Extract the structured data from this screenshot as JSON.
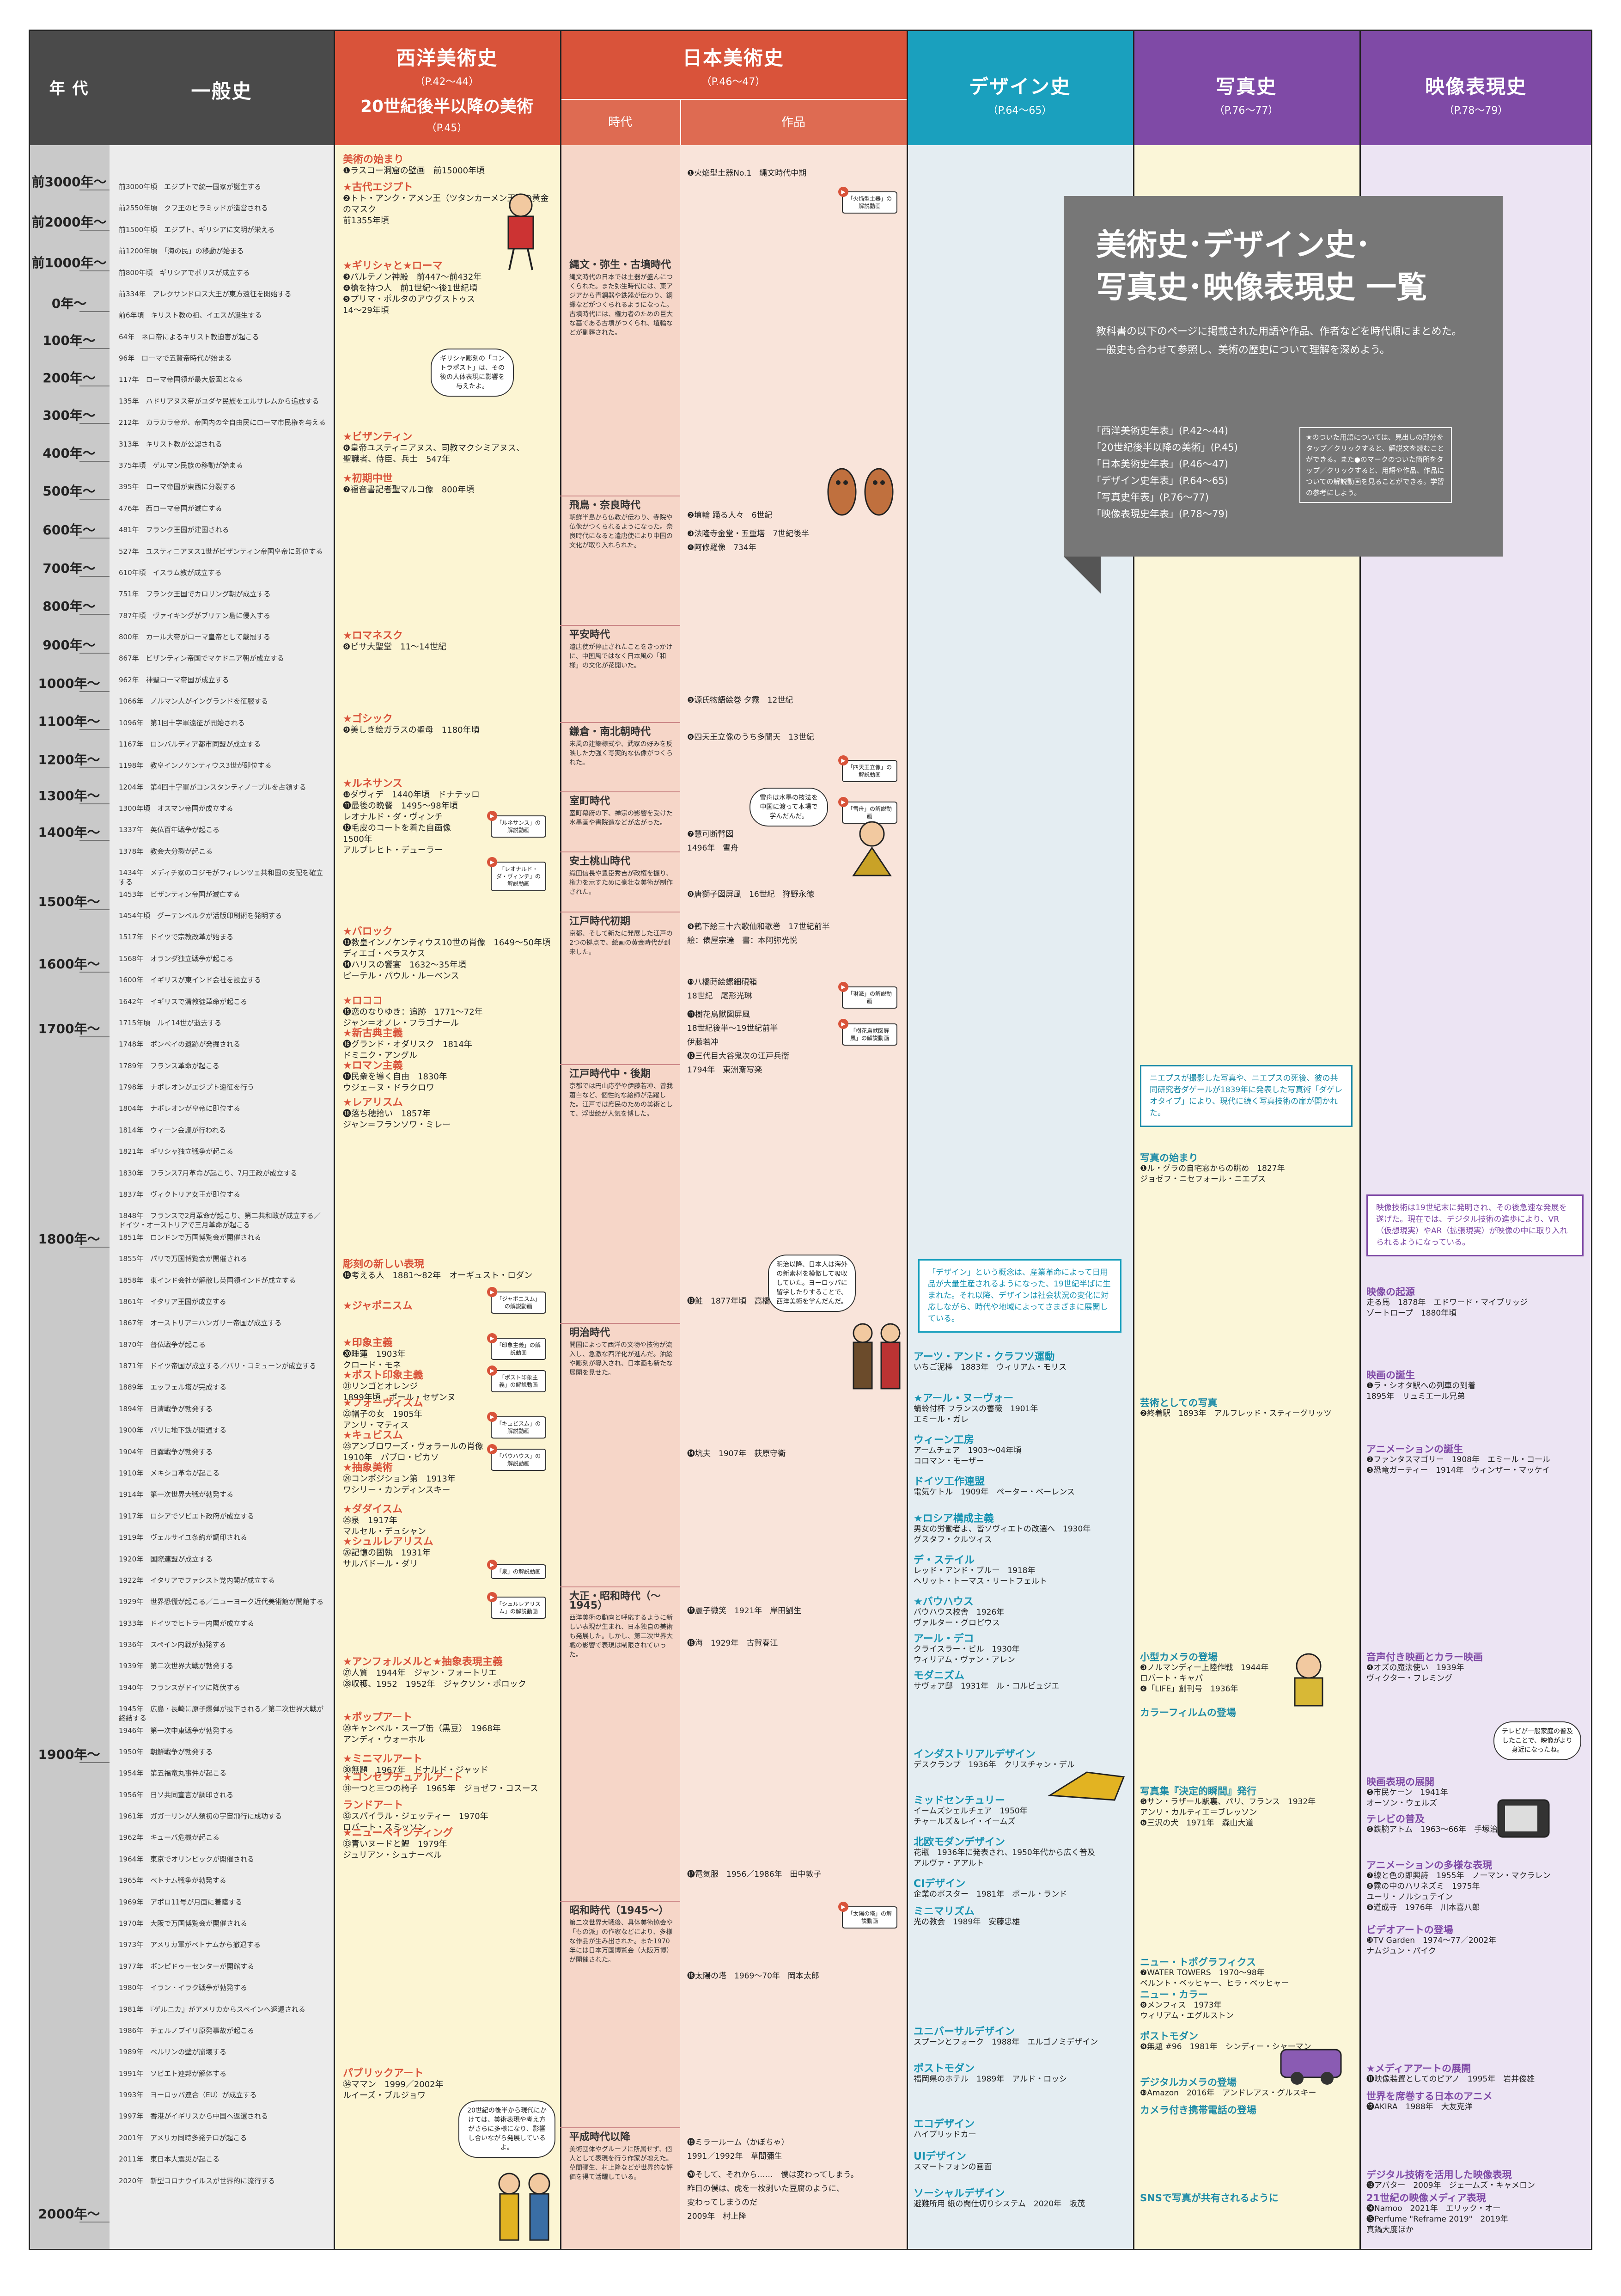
{
  "header": {
    "year": "年 代",
    "general": "一般史",
    "west_title": "西洋美術史",
    "west_pages": "（P.42～44）",
    "west_sub": "20世紀後半以降の美術",
    "west_sub_pages": "（P.45）",
    "japan_title": "日本美術史",
    "japan_pages": "（P.46～47）",
    "japan_era": "時代",
    "japan_work": "作品",
    "design_title": "デザイン史",
    "design_pages": "（P.64～65）",
    "photo_title": "写真史",
    "photo_pages": "（P.76～77）",
    "video_title": "映像表現史",
    "video_pages": "（P.78～79）"
  },
  "title_card": {
    "line1": "美術史･デザイン史･",
    "line2": "写真史･映像表現史 一覧",
    "desc1": "教科書の以下のページに掲載された用語や作品、作者などを時代順にまとめた。",
    "desc2": "一般史も合わせて参照し、美術の歴史について理解を深めよう。",
    "refs": [
      "「西洋美術史年表」(P.42～44)",
      "「20世紀後半以降の美術」(P.45)",
      "「日本美術史年表」(P.46～47)",
      "「デザイン史年表」(P.64～65)",
      "「写真史年表」(P.76～77)",
      "「映像表現史年表」(P.78～79)"
    ],
    "note": "★のついた用語については、見出しの部分をタップ／クリックすると、解説文を読むことができる。また●のマークのついた箇所をタップ／クリックすると、用語や作品、作品についての解説動画を見ることができる。学習の参考にしよう。"
  },
  "years": [
    "前3000年～",
    "前2000年～",
    "前1000年～",
    "0年～",
    "100年～",
    "200年～",
    "300年～",
    "400年～",
    "500年～",
    "600年～",
    "700年～",
    "800年～",
    "900年～",
    "1000年～",
    "1100年～",
    "1200年～",
    "1300年～",
    "1400年～",
    "1500年～",
    "1600年～",
    "1700年～",
    "1800年～",
    "1900年～",
    "2000年～"
  ],
  "general": [
    "前3000年頃　エジプトで統一国家が誕生する",
    "前2550年頃　クフ王のピラミッドが造営される",
    "前1500年頃　エジプト、ギリシアに文明が栄える",
    "前1200年頃　「海の民」の移動が始まる",
    "前800年頃　ギリシアでポリスが成立する",
    "前334年　アレクサンドロス大王が東方遠征を開始する",
    "前6年頃　キリスト教の祖、イエスが誕生する",
    "64年　ネロ帝によるキリスト教迫害が起こる",
    "96年　ローマで五賢帝時代が始まる",
    "117年　ローマ帝国領が最大版図となる",
    "135年　ハドリアヌス帝がユダヤ民族をエルサレムから追放する",
    "212年　カラカラ帝が、帝国内の全自由民にローマ市民権を与える",
    "313年　キリスト教が公認される",
    "375年頃　ゲルマン民族の移動が始まる",
    "395年　ローマ帝国が東西に分裂する",
    "476年　西ローマ帝国が滅亡する",
    "481年　フランク王国が建国される",
    "527年　ユスティニアヌス1世がビザンティン帝国皇帝に即位する",
    "610年頃　イスラム教が成立する",
    "751年　フランク王国でカロリング朝が成立する",
    "787年頃　ヴァイキングがブリテン島に侵入する",
    "800年　カール大帝がローマ皇帝として戴冠する",
    "867年　ビザンティン帝国でマケドニア朝が成立する",
    "962年　神聖ローマ帝国が成立する",
    "1066年　ノルマン人がイングランドを征服する",
    "1096年　第1回十字軍遠征が開始される",
    "1167年　ロンバルディア都市同盟が成立する",
    "1198年　教皇インノケンティウス3世が即位する",
    "1204年　第4回十字軍がコンスタンティノープルを占領する",
    "1300年頃　オスマン帝国が成立する",
    "1337年　英仏百年戦争が起こる",
    "1378年　教会大分裂が起こる",
    "1434年　メディチ家のコジモがフィレンツェ共和国の支配を確立する",
    "1453年　ビザンティン帝国が滅亡する",
    "1454年頃　グーテンベルクが活版印刷術を発明する",
    "1517年　ドイツで宗教改革が始まる",
    "1568年　オランダ独立戦争が起こる",
    "1600年　イギリスが東インド会社を設立する",
    "1642年　イギリスで清教徒革命が起こる",
    "1715年頃　ルイ14世が逝去する",
    "1748年　ポンペイの遺跡が発掘される",
    "1789年　フランス革命が起こる",
    "1798年　ナポレオンがエジプト遠征を行う",
    "1804年　ナポレオンが皇帝に即位する",
    "1814年　ウィーン会議が行われる",
    "1821年　ギリシャ独立戦争が起こる",
    "1830年　フランス7月革命が起こり、7月王政が成立する",
    "1837年　ヴィクトリア女王が即位する",
    "1848年　フランスで2月革命が起こり、第二共和政が成立する／ドイツ・オーストリアで三月革命が起こる",
    "1851年　ロンドンで万国博覧会が開催される",
    "1855年　パリで万国博覧会が開催される",
    "1858年　東インド会社が解散し英国領インドが成立する",
    "1861年　イタリア王国が成立する",
    "1867年　オーストリア＝ハンガリー帝国が成立する",
    "1870年　普仏戦争が起こる",
    "1871年　ドイツ帝国が成立する／パリ・コミューンが成立する",
    "1889年　エッフェル塔が完成する",
    "1894年　日清戦争が勃発する",
    "1900年　パリに地下鉄が開通する",
    "1904年　日露戦争が勃発する",
    "1910年　メキシコ革命が起こる",
    "1914年　第一次世界大戦が勃発する",
    "1917年　ロシアでソビエト政府が成立する",
    "1919年　ヴェルサイユ条約が調印される",
    "1920年　国際連盟が成立する",
    "1922年　イタリアでファシスト党内閣が成立する",
    "1929年　世界恐慌が起こる／ニューヨーク近代美術館が開館する",
    "1933年　ドイツでヒトラー内閣が成立する",
    "1936年　スペイン内戦が勃発する",
    "1939年　第二次世界大戦が勃発する",
    "1940年　フランスがドイツに降伏する",
    "1945年　広島・長崎に原子爆弾が投下される／第二次世界大戦が終結する",
    "1946年　第一次中東戦争が勃発する",
    "1950年　朝鮮戦争が勃発する",
    "1954年　第五福竜丸事件が起こる",
    "1956年　日ソ共同宣言が調印される",
    "1961年　ガガーリンが人類初の宇宙飛行に成功する",
    "1962年　キューバ危機が起こる",
    "1964年　東京でオリンピックが開催される",
    "1965年　ベトナム戦争が勃発する",
    "1969年　アポロ11号が月面に着陸する",
    "1970年　大阪で万国博覧会が開催される",
    "1973年　アメリカ軍がベトナムから撤退する",
    "1977年　ボンピドゥーセンターが開館する",
    "1980年　イラン・イラク戦争が勃発する",
    "1981年　『ゲルニカ』がアメリカからスペインへ返還される",
    "1986年　チェルノブイリ原発事故が起こる",
    "1989年　ベルリンの壁が崩壊する",
    "1991年　ソビエト連邦が解体する",
    "1993年　ヨーロッパ連合（EU）が成立する",
    "1997年　香港がイギリスから中国へ返還される",
    "2001年　アメリカ同時多発テロが起こる",
    "2011年　東日本大震災が起こる",
    "2020年　新型コロナウイルスが世界的に流行する"
  ],
  "west": [
    {
      "title": "美術の始まり",
      "items": [
        "❶ラスコー洞窟の壁画　前15000年頃"
      ]
    },
    {
      "title": "★古代エジプト",
      "items": [
        "❷トト・アンク・アメン王（ツタンカーメン王）の黄金のマスク",
        "前1355年頃"
      ]
    },
    {
      "title": "★ギリシャと★ローマ",
      "items": [
        "❸パルテノン神殿　前447～前432年",
        "❹槍を持つ人　前1世紀～後1世紀頃",
        "❺プリマ・ポルタのアウグストゥス",
        "14～29年頃"
      ]
    },
    {
      "title": "★ビザンティン",
      "items": [
        "❻皇帝ユスティニアヌス、司教マクシミアヌス、",
        "聖職者、侍臣、兵士　547年"
      ]
    },
    {
      "title": "★初期中世",
      "items": [
        "❼福音書記者聖マルコ像　800年頃"
      ]
    },
    {
      "title": "★ロマネスク",
      "items": [
        "❽ピサ大聖堂　11～14世紀"
      ]
    },
    {
      "title": "★ゴシック",
      "items": [
        "❾美しき絵ガラスの聖母　1180年頃"
      ]
    },
    {
      "title": "★ルネサンス",
      "items": [
        "❿ダヴィデ　1440年頃　ドナテッロ",
        "⓫最後の晩餐　1495～98年頃",
        "レオナルド・ダ・ヴィンチ",
        "⓬毛皮のコートを着た自画像",
        "1500年",
        "アルブレヒト・デューラー"
      ]
    },
    {
      "title": "★バロック",
      "items": [
        "⓭教皇インノケンティウス10世の肖像　1649～50年頃",
        "ディエゴ・ベラスケス",
        "⓮ハリスの饗宴　1632～35年頃",
        "ピーテル・パウル・ルーベンス"
      ]
    },
    {
      "title": "★ロココ",
      "items": [
        "⓯恋のなりゆき：追跡　1771～72年",
        "ジャン＝オノレ・フラゴナール"
      ]
    },
    {
      "title": "★新古典主義",
      "items": [
        "⓰グランド・オダリスク　1814年",
        "ドミニク・アングル"
      ]
    },
    {
      "title": "★ロマン主義",
      "items": [
        "⓱民衆を導く自由　1830年",
        "ウジェーヌ・ドラクロワ"
      ]
    },
    {
      "title": "★レアリスム",
      "items": [
        "⓲落ち穂拾い　1857年",
        "ジャン＝フランソワ・ミレー"
      ]
    },
    {
      "title": "彫刻の新しい表現",
      "items": [
        "⓳考える人　1881～82年　オーギュスト・ロダン"
      ]
    },
    {
      "title": "★ジャポニスム",
      "items": []
    },
    {
      "title": "★印象主義",
      "items": [
        "⓴睡蓮　1903年",
        "クロード・モネ"
      ]
    },
    {
      "title": "★ポスト印象主義",
      "items": [
        "㉑リンゴとオレンジ",
        "1899年頃　ポール・セザンヌ"
      ]
    },
    {
      "title": "★フォーヴィスム",
      "items": [
        "㉒帽子の女　1905年",
        "アンリ・マティス"
      ]
    },
    {
      "title": "★キュビスム",
      "items": [
        "㉓アンブロワーズ・ヴォラールの肖像",
        "1910年　パブロ・ピカソ"
      ]
    },
    {
      "title": "★抽象美術",
      "items": [
        "㉔コンポジション第　1913年",
        "ワシリー・カンディンスキー"
      ]
    },
    {
      "title": "★ダダイスム",
      "items": [
        "㉕泉　1917年",
        "マルセル・デュシャン"
      ]
    },
    {
      "title": "★シュルレアリスム",
      "items": [
        "㉖記憶の固執　1931年",
        "サルバドール・ダリ"
      ]
    },
    {
      "title": "★アンフォルメルと★抽象表現主義",
      "items": [
        "㉗人質　1944年　ジャン・フォートリエ",
        "㉘収穫、1952　1952年　ジャクソン・ポロック"
      ]
    },
    {
      "title": "★ポップアート",
      "items": [
        "㉙キャンベル・スープ缶（黒豆）　1968年",
        "アンディ・ウォーホル"
      ]
    },
    {
      "title": "★ミニマルアート",
      "items": [
        "㉚無題　1967年　ドナルド・ジャッド"
      ]
    },
    {
      "title": "★コンセプチュアルアート",
      "items": [
        "㉛一つと三つの椅子　1965年　ジョゼフ・コスース"
      ]
    },
    {
      "title": "ランドアート",
      "items": [
        "㉜スパイラル・ジェッティー　1970年",
        "ロバート・スミッソン"
      ]
    },
    {
      "title": "★ニューペインティング",
      "items": [
        "㉝青いヌードと鯉　1979年",
        "ジュリアン・シュナーベル"
      ]
    },
    {
      "title": "パブリックアート",
      "items": [
        "㉞ママン　1999／2002年",
        "ルイーズ・ブルジョワ"
      ]
    }
  ],
  "west_bubbles": [
    "ギリシャ彫刻の「コントラポスト」は、その後の人体表現に影響を与えたよ。",
    "20世紀の後半から現代にかけては、美術表現や考え方がさらに多様になり、影響し合いながら発展しているよ。"
  ],
  "west_tags": [
    "「ルネサンス」の解説動画",
    "「レオナルド・ダ・ヴィンチ」の解説動画",
    "「ジャポニスム」の解説動画",
    "「印象主義」の解説動画",
    "「ポスト印象主義」の解説動画",
    "「キュビスム」の解説動画",
    "「バウハウス」の解説動画",
    "「泉」の解説動画",
    "「シュルレアリスム」の解説動画"
  ],
  "japan_eras": [
    {
      "name": "縄文・弥生・古墳時代",
      "desc": "縄文時代の日本では土器が盛んにつくられた。また弥生時代には、東アジアから青銅器や鉄器が伝わり、銅鐸などがつくられるようになった。古墳時代には、権力者のための巨大な墓である古墳がつくられ、埴輪などが副葬された。"
    },
    {
      "name": "飛鳥・奈良時代",
      "desc": "朝鮮半島から仏教が伝わり、寺院や仏像がつくられるようになった。奈良時代になると遣唐使により中国の文化が取り入れられた。"
    },
    {
      "name": "平安時代",
      "desc": "遣唐使が停止されたことをきっかけに、中国風ではなく日本風の「和様」の文化が花開いた。"
    },
    {
      "name": "鎌倉・南北朝時代",
      "desc": "宋風の建築様式や、武家の好みを反映した力強く写実的な仏像がつくられた。"
    },
    {
      "name": "室町時代",
      "desc": "室町幕府の下、禅宗の影響を受けた水墨画や書院造などが広がった。"
    },
    {
      "name": "安土桃山時代",
      "desc": "織田信長や豊臣秀吉が政権を握り、権力を示すために豪壮な美術が制作された。"
    },
    {
      "name": "江戸時代初期",
      "desc": "京都、そして新たに発展した江戸の2つの拠点で、絵画の黄金時代が到来した。"
    },
    {
      "name": "江戸時代中・後期",
      "desc": "京都では円山応挙や伊藤若冲、曾我蕭白など、個性的な絵師が活躍した。江戸では庶民のための美術として、浮世絵が人気を博した。"
    },
    {
      "name": "明治時代",
      "desc": "開国によって西洋の文物や技術が流入し、急激な西洋化が進んだ。油絵や彫刻が導入され、日本画も新たな展開を見せた。"
    },
    {
      "name": "大正・昭和時代（～1945）",
      "desc": "西洋美術の動向と呼応するように新しい表現が生まれ、日本独自の美術も発展した。しかし、第二次世界大戦の影響で表現は制限されていった。"
    },
    {
      "name": "昭和時代（1945～）",
      "desc": "第二次世界大戦後、具体美術協会や「もの派」の作家などにより、多様な作品が生み出された。また1970年には日本万国博覧会（大阪万博）が開催された。"
    },
    {
      "name": "平成時代以降",
      "desc": "美術団体やグループに所属せず、個人として表現を行う作家が増えた。草間彌生、村上隆などが世界的な評価を得て活躍している。"
    }
  ],
  "japan_works": [
    "❶火焔型土器No.1　縄文時代中期",
    "❷埴輪 踊る人々　6世紀",
    "❸法隆寺金堂・五重塔　7世紀後半",
    "❹阿修羅像　734年",
    "❺源氏物語絵巻 夕霧　12世紀",
    "❻四天王立像のうち多聞天　13世紀",
    "❼慧可断臂図",
    "1496年　雪舟",
    "❽唐獅子図屏風　16世紀　狩野永徳",
    "❾鶴下絵三十六歌仙和歌巻　17世紀前半",
    "絵：俵屋宗達　書：本阿弥光悦",
    "❿八橋蒔絵螺鈿硯箱",
    "18世紀　尾形光琳",
    "⓫樹花鳥獣図屏風",
    "18世紀後半～19世紀前半",
    "伊藤若冲",
    "⓬三代目大谷鬼次の江戸兵衛",
    "1794年　東洲斎写楽",
    "⓭鮭　1877年頃　高橋由一",
    "⓮坑夫　1907年　荻原守衛",
    "⓯麗子微笑　1921年　岸田劉生",
    "⓰海　1929年　古賀春江",
    "⓱電気服　1956／1986年　田中敦子",
    "⓲太陽の塔　1969～70年　岡本太郎",
    "⓳ミラールーム（かぼちゃ）",
    "1991／1992年　草間彌生",
    "⓴そして、それから……　僕は変わってしまう。",
    "昨日の僕は、虎を一枚剥いた豆腐のように、",
    "変わってしまうのだ",
    "2009年　村上隆"
  ],
  "japan_bubbles": [
    "雪舟は水墨の技法を中国に渡って本場で学んだんだ。",
    "明治以降、日本人は海外の新素材を模倣して吸収していた。ヨーロッパに留学したりすることで、西洋美術を学んだんだ。"
  ],
  "japan_tags": [
    "「火焔型土器」の解説動画",
    "「四天王立像」の解説動画",
    "「雪舟」の解説動画",
    "「琳派」の解説動画",
    "「樹花鳥獣図屏風」の解説動画",
    "「太陽の塔」の解説動画"
  ],
  "design": {
    "note": "「デザイン」という概念は、産業革命によって日用品が大量生産されるようになった、19世紀半ばに生まれた。それ以降、デザインは社会状況の変化に対応しながら、時代や地域によってさまざまに展開している。",
    "items": [
      {
        "t": "アーツ・アンド・クラフツ運動",
        "s": [
          "いちご泥棒　1883年　ウィリアム・モリス"
        ]
      },
      {
        "t": "★アール・ヌーヴォー",
        "s": [
          "蜻蛉付杯 フランスの薔薇　1901年",
          "エミール・ガレ"
        ]
      },
      {
        "t": "ウィーン工房",
        "s": [
          "アームチェア　1903～04年頃",
          "コロマン・モーザー"
        ]
      },
      {
        "t": "ドイツ工作連盟",
        "s": [
          "電気ケトル　1909年　ペーター・ベーレンス"
        ]
      },
      {
        "t": "★ロシア構成主義",
        "s": [
          "男女の労働者よ、皆ソヴィエトの改選へ　1930年",
          "グスタフ・クルツィス"
        ]
      },
      {
        "t": "デ・ステイル",
        "s": [
          "レッド・アンド・ブルー　1918年",
          "ヘリット・トーマス・リートフェルト"
        ]
      },
      {
        "t": "★バウハウス",
        "s": [
          "バウハウス校舎　1926年",
          "ヴァルター・グロピウス"
        ]
      },
      {
        "t": "アール・デコ",
        "s": [
          "クライスラー・ビル　1930年",
          "ウィリアム・ヴァン・アレン"
        ]
      },
      {
        "t": "モダニズム",
        "s": [
          "サヴォア邸　1931年　ル・コルビュジエ"
        ]
      },
      {
        "t": "インダストリアルデザイン",
        "s": [
          "デスクランプ　1936年　クリスチャン・デル"
        ]
      },
      {
        "t": "ミッドセンチュリー",
        "s": [
          "イームズシェルチェア　1950年",
          "チャールズ＆レイ・イームズ"
        ]
      },
      {
        "t": "北欧モダンデザイン",
        "s": [
          "花瓶　1936年に発表され、1950年代から広く普及",
          "アルヴァ・アアルト"
        ]
      },
      {
        "t": "CIデザイン",
        "s": [
          "企業のポスター　1981年　ポール・ランド"
        ]
      },
      {
        "t": "ミニマリズム",
        "s": [
          "光の教会　1989年　安藤忠雄"
        ]
      },
      {
        "t": "ユニバーサルデザイン",
        "s": [
          "スプーンとフォーク　1988年　エルゴノミデザイン"
        ]
      },
      {
        "t": "ポストモダン",
        "s": [
          "福岡県のホテル　1989年　アルド・ロッシ"
        ]
      },
      {
        "t": "エコデザイン",
        "s": [
          "ハイブリッドカー"
        ]
      },
      {
        "t": "UIデザイン",
        "s": [
          "スマートフォンの画面"
        ]
      },
      {
        "t": "ソーシャルデザイン",
        "s": [
          "避難所用 紙の間仕切りシステム　2020年　坂茂"
        ]
      }
    ]
  },
  "photo": {
    "note": "ニエプスが撮影した写真や、ニエプスの死後、彼の共同研究者ダゲールが1839年に発表した写真術「ダゲレオタイプ」により、現代に続く写真技術の扉が開かれた。",
    "items": [
      {
        "t": "写真の始まり",
        "s": [
          "❶ル・グラの自宅窓からの眺め　1827年",
          "ジョゼフ・ニセフォール・ニエプス"
        ]
      },
      {
        "t": "芸術としての写真",
        "s": [
          "❷終着駅　1893年　アルフレッド・スティーグリッツ"
        ]
      },
      {
        "t": "小型カメラの登場",
        "s": [
          "❸ノルマンディー上陸作戦　1944年",
          "ロバート・キャパ",
          "❹「LIFE」創刊号　1936年"
        ]
      },
      {
        "t": "カラーフィルムの登場",
        "s": []
      },
      {
        "t": "写真集『決定的瞬間』発行",
        "s": [
          "❺サン・ラザール駅裏、パリ、フランス　1932年",
          "アンリ・カルティエ＝ブレッソン",
          "❻三沢の犬　1971年　森山大道"
        ]
      },
      {
        "t": "ニュー・トポグラフィクス",
        "s": [
          "❼WATER TOWERS　1970～98年",
          "ベルント・ベッヒャー、ヒラ・ベッヒャー"
        ]
      },
      {
        "t": "ニュー・カラー",
        "s": [
          "❽メンフィス　1973年",
          "ウィリアム・エグルストン"
        ]
      },
      {
        "t": "ポストモダン",
        "s": [
          "❾無題 #96　1981年　シンディー・シャーマン"
        ]
      },
      {
        "t": "デジタルカメラの登場",
        "s": [
          "❿Amazon　2016年　アンドレアス・グルスキー"
        ]
      },
      {
        "t": "カメラ付き携帯電話の登場",
        "s": []
      },
      {
        "t": "SNSで写真が共有されるように",
        "s": []
      }
    ]
  },
  "video": {
    "note": "映像技術は19世紀末に発明され、その後急速な発展を遂げた。現在では、デジタル技術の進歩により、VR（仮想現実）やAR（拡張現実）が映像の中に取り入れられるようになっている。",
    "items": [
      {
        "t": "映像の起源",
        "s": [
          "走る馬　1878年　エドワード・マイブリッジ",
          "ゾートロープ　1880年頃"
        ]
      },
      {
        "t": "映画の誕生",
        "s": [
          "❶ラ・シオタ駅への列車の到着",
          "1895年　リュミエール兄弟"
        ]
      },
      {
        "t": "アニメーションの誕生",
        "s": [
          "❷ファンタスマゴリー　1908年　エミール・コール",
          "❸恐竜ガーティー　1914年　ウィンザー・マッケイ"
        ]
      },
      {
        "t": "音声付き映画とカラー映画",
        "s": [
          "❹オズの魔法使い　1939年",
          "ヴィクター・フレミング"
        ]
      },
      {
        "t": "映画表現の展開",
        "s": [
          "❺市民ケーン　1941年",
          "オーソン・ウェルズ"
        ]
      },
      {
        "t": "テレビの普及",
        "s": [
          "❻鉄腕アトム　1963～66年　手塚治虫"
        ]
      },
      {
        "t": "アニメーションの多様な表現",
        "s": [
          "❼線と色の即興詩　1955年　ノーマン・マクラレン",
          "❽霧の中のハリネズミ　1975年",
          "ユーリ・ノルシュテイン",
          "❾道成寺　1976年　川本喜八郎"
        ]
      },
      {
        "t": "ビデオアートの登場",
        "s": [
          "❿TV Garden　1974～77／2002年",
          "ナムジュン・パイク"
        ]
      },
      {
        "t": "★メディアアートの展開",
        "s": [
          "⓫映像装置としてのピアノ　1995年　岩井俊雄"
        ]
      },
      {
        "t": "世界を席巻する日本のアニメ",
        "s": [
          "⓬AKIRA　1988年　大友克洋"
        ]
      },
      {
        "t": "デジタル技術を活用した映像表現",
        "s": [
          "⓭アバター　2009年　ジェームズ・キャメロン"
        ]
      },
      {
        "t": "21世紀の映像メディア表現",
        "s": [
          "⓮Namoo　2021年　エリック・オー",
          "⓯Perfume \"Reframe 2019\"　2019年",
          "真鍋大度ほか"
        ]
      }
    ],
    "bubble": "テレビが一般家庭の普及したことで、映像がより身近になったね。"
  }
}
